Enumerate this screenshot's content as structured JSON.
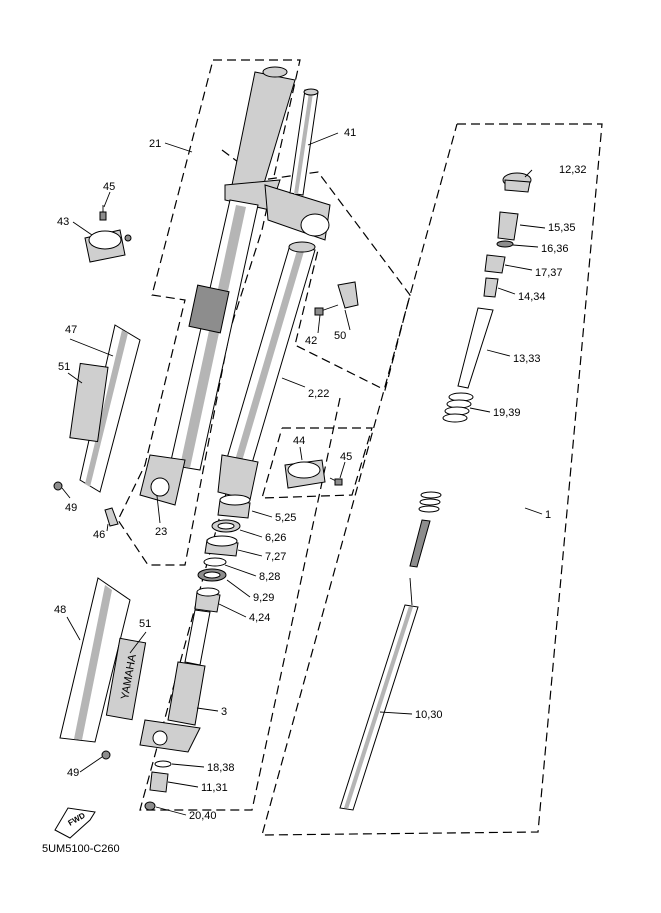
{
  "diagram": {
    "drawing_code": "5UM5100-C260",
    "fwd_label": "FWD",
    "decal_text": "YAMAHA",
    "labels": {
      "p1": "1",
      "p2_22": "2,22",
      "p3": "3",
      "p4_24": "4,24",
      "p5_25": "5,25",
      "p6_26": "6,26",
      "p7_27": "7,27",
      "p8_28": "8,28",
      "p9_29": "9,29",
      "p10_30": "10,30",
      "p11_31": "11,31",
      "p12_32": "12,32",
      "p13_33": "13,33",
      "p14_34": "14,34",
      "p15_35": "15,35",
      "p16_36": "16,36",
      "p17_37": "17,37",
      "p18_38": "18,38",
      "p19_39": "19,39",
      "p20_40": "20,40",
      "p21": "21",
      "p23": "23",
      "p41": "41",
      "p42": "42",
      "p43": "43",
      "p44": "44",
      "p45a": "45",
      "p45b": "45",
      "p46": "46",
      "p47": "47",
      "p48": "48",
      "p49a": "49",
      "p49b": "49",
      "p50": "50",
      "p51a": "51",
      "p51b": "51"
    }
  }
}
